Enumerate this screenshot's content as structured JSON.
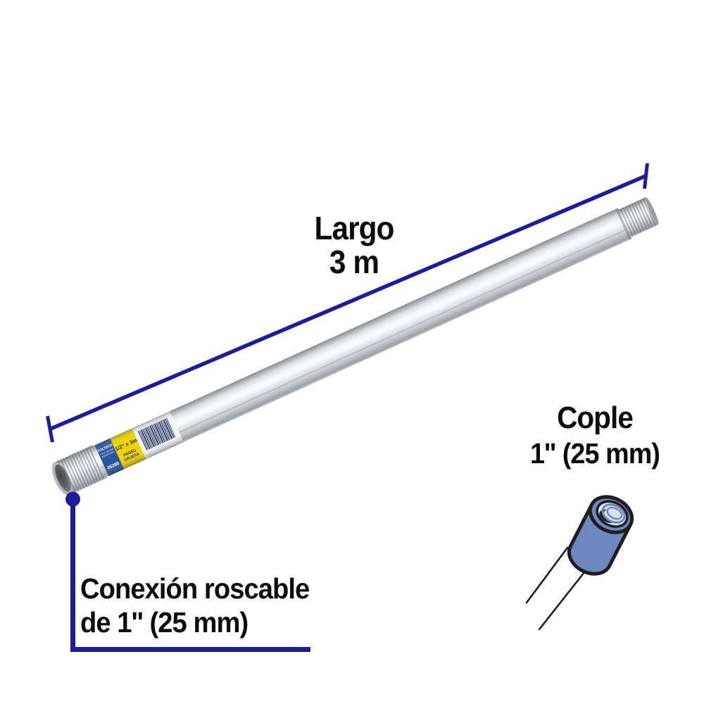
{
  "colors": {
    "accent_blue": "#1c1ca0",
    "text": "#0d0d0d",
    "coupling_body": "#6d87c0",
    "coupling_outline": "#1e1e1e",
    "pipe_label_blue": "#2a55a0",
    "pipe_label_yellow": "#f0d400"
  },
  "annotations": {
    "length": {
      "line1": "Largo",
      "line2": "3 m"
    },
    "connection": {
      "line1": "Conexión roscable",
      "line2": "de 1'' (25 mm)"
    },
    "coupling": {
      "line1": "Cople",
      "line2": "1'' (25 mm)"
    }
  },
  "pipe_label": {
    "brand": "VOLTECK",
    "product_line1": "Tubo conduit",
    "product_line2": "galvanizado",
    "sku": "45286",
    "size": "1/2\" x 3m",
    "wall_line1": "PARED",
    "wall_line2": "GRUESA"
  }
}
